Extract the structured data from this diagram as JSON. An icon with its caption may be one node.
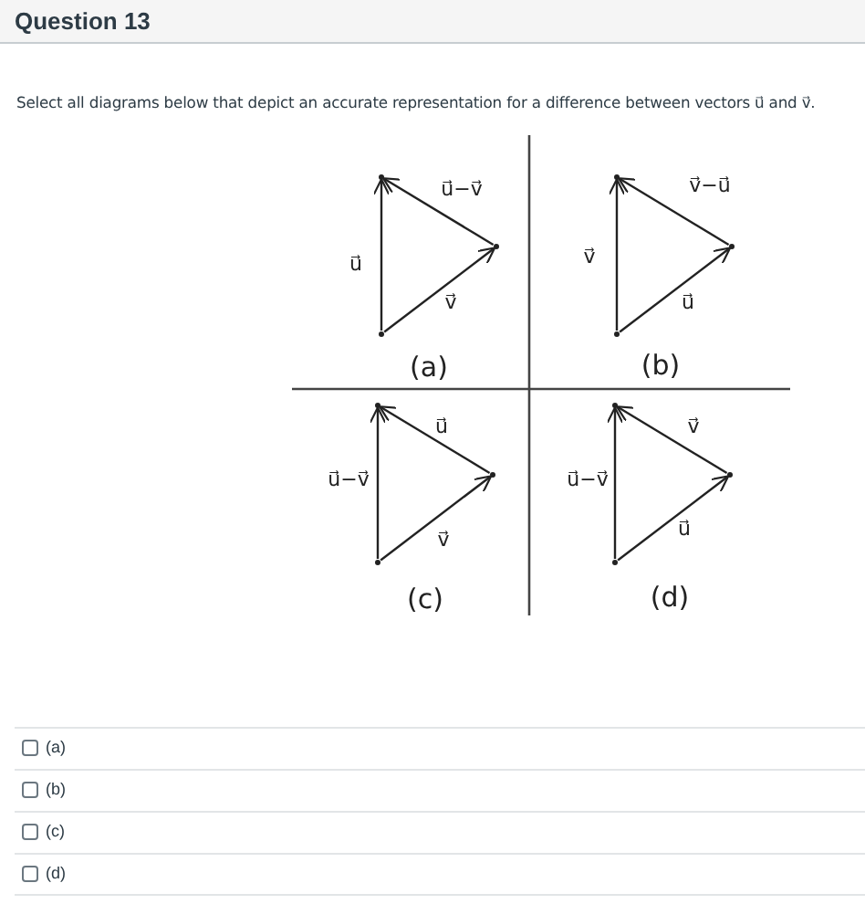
{
  "diagram": {
    "title": "Question 13",
    "nodes": [
      {
        "text": [],
        "shape": "dot"
      },
      {
        "text": [],
        "shape": "dot"
      },
      {
        "text": [],
        "shape": "dot"
      },
      {
        "text": [],
        "shape": "dot"
      },
      {
        "text": [],
        "shape": "dot"
      },
      {
        "text": [],
        "shape": "dot"
      },
      {
        "text": [],
        "shape": "dot"
      },
      {
        "text": [],
        "shape": "dot"
      },
      {
        "text": [],
        "shape": "dot"
      },
      {
        "text": [],
        "shape": "dot"
      },
      {
        "text": [],
        "shape": "dot"
      },
      {
        "text": [],
        "shape": "dot"
      }
    ],
    "edges": [
      {
        "from": 2,
        "to": 0,
        "arrow": "to",
        "label": "u⃗"
      },
      {
        "from": 2,
        "to": 1,
        "arrow": "to",
        "label": "v⃗"
      },
      {
        "from": 1,
        "to": 0,
        "arrow": "to",
        "label": "u⃗−v⃗"
      },
      {
        "from": 5,
        "to": 3,
        "arrow": "to",
        "label": "v⃗"
      },
      {
        "from": 5,
        "to": 4,
        "arrow": "to",
        "label": "u⃗"
      },
      {
        "from": 4,
        "to": 3,
        "arrow": "to",
        "label": "v⃗−u⃗"
      },
      {
        "from": 8,
        "to": 6,
        "arrow": "to",
        "label": "u⃗−v⃗"
      },
      {
        "from": 8,
        "to": 7,
        "arrow": "to",
        "label": "v⃗"
      },
      {
        "from": 7,
        "to": 6,
        "arrow": "to",
        "label": "u⃗"
      },
      {
        "from": 11,
        "to": 9,
        "arrow": "to",
        "label": "u⃗−v⃗"
      },
      {
        "from": 11,
        "to": 10,
        "arrow": "to",
        "label": "u⃗"
      },
      {
        "from": 10,
        "to": 9,
        "arrow": "to",
        "label": "v⃗"
      }
    ],
    "labels": [
      "Select all diagrams below that depict an accurate representation for a difference between vectors u⃗ and v⃗.",
      "(a)",
      "(b)",
      "(c)",
      "(d)",
      "(a)",
      "(b)",
      "(c)",
      "(d)"
    ]
  }
}
